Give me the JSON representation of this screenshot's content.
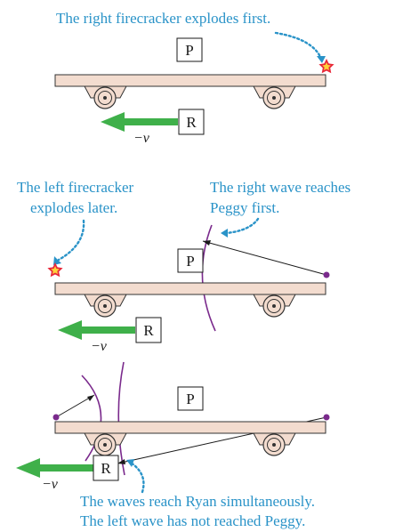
{
  "panel1": {
    "caption": "The right firecracker explodes first.",
    "peggy_label": "P",
    "ryan_label": "R",
    "velocity_label": "−v"
  },
  "panel2": {
    "caption_left_line1": "The left firecracker",
    "caption_left_line2": "explodes later.",
    "caption_right_line1": "The right wave reaches",
    "caption_right_line2": "Peggy first.",
    "peggy_label": "P",
    "ryan_label": "R",
    "velocity_label": "−v"
  },
  "panel3": {
    "caption_line1": "The waves reach Ryan simultaneously.",
    "caption_line2": "The left wave has not reached Peggy.",
    "peggy_label": "P",
    "ryan_label": "R",
    "velocity_label": "−v"
  },
  "colors": {
    "caption": "#2a93c8",
    "wave": "#7a2a8c",
    "arrow": "#3fb04a",
    "cart": "#f3dccf",
    "explosion": "#e8283a"
  }
}
